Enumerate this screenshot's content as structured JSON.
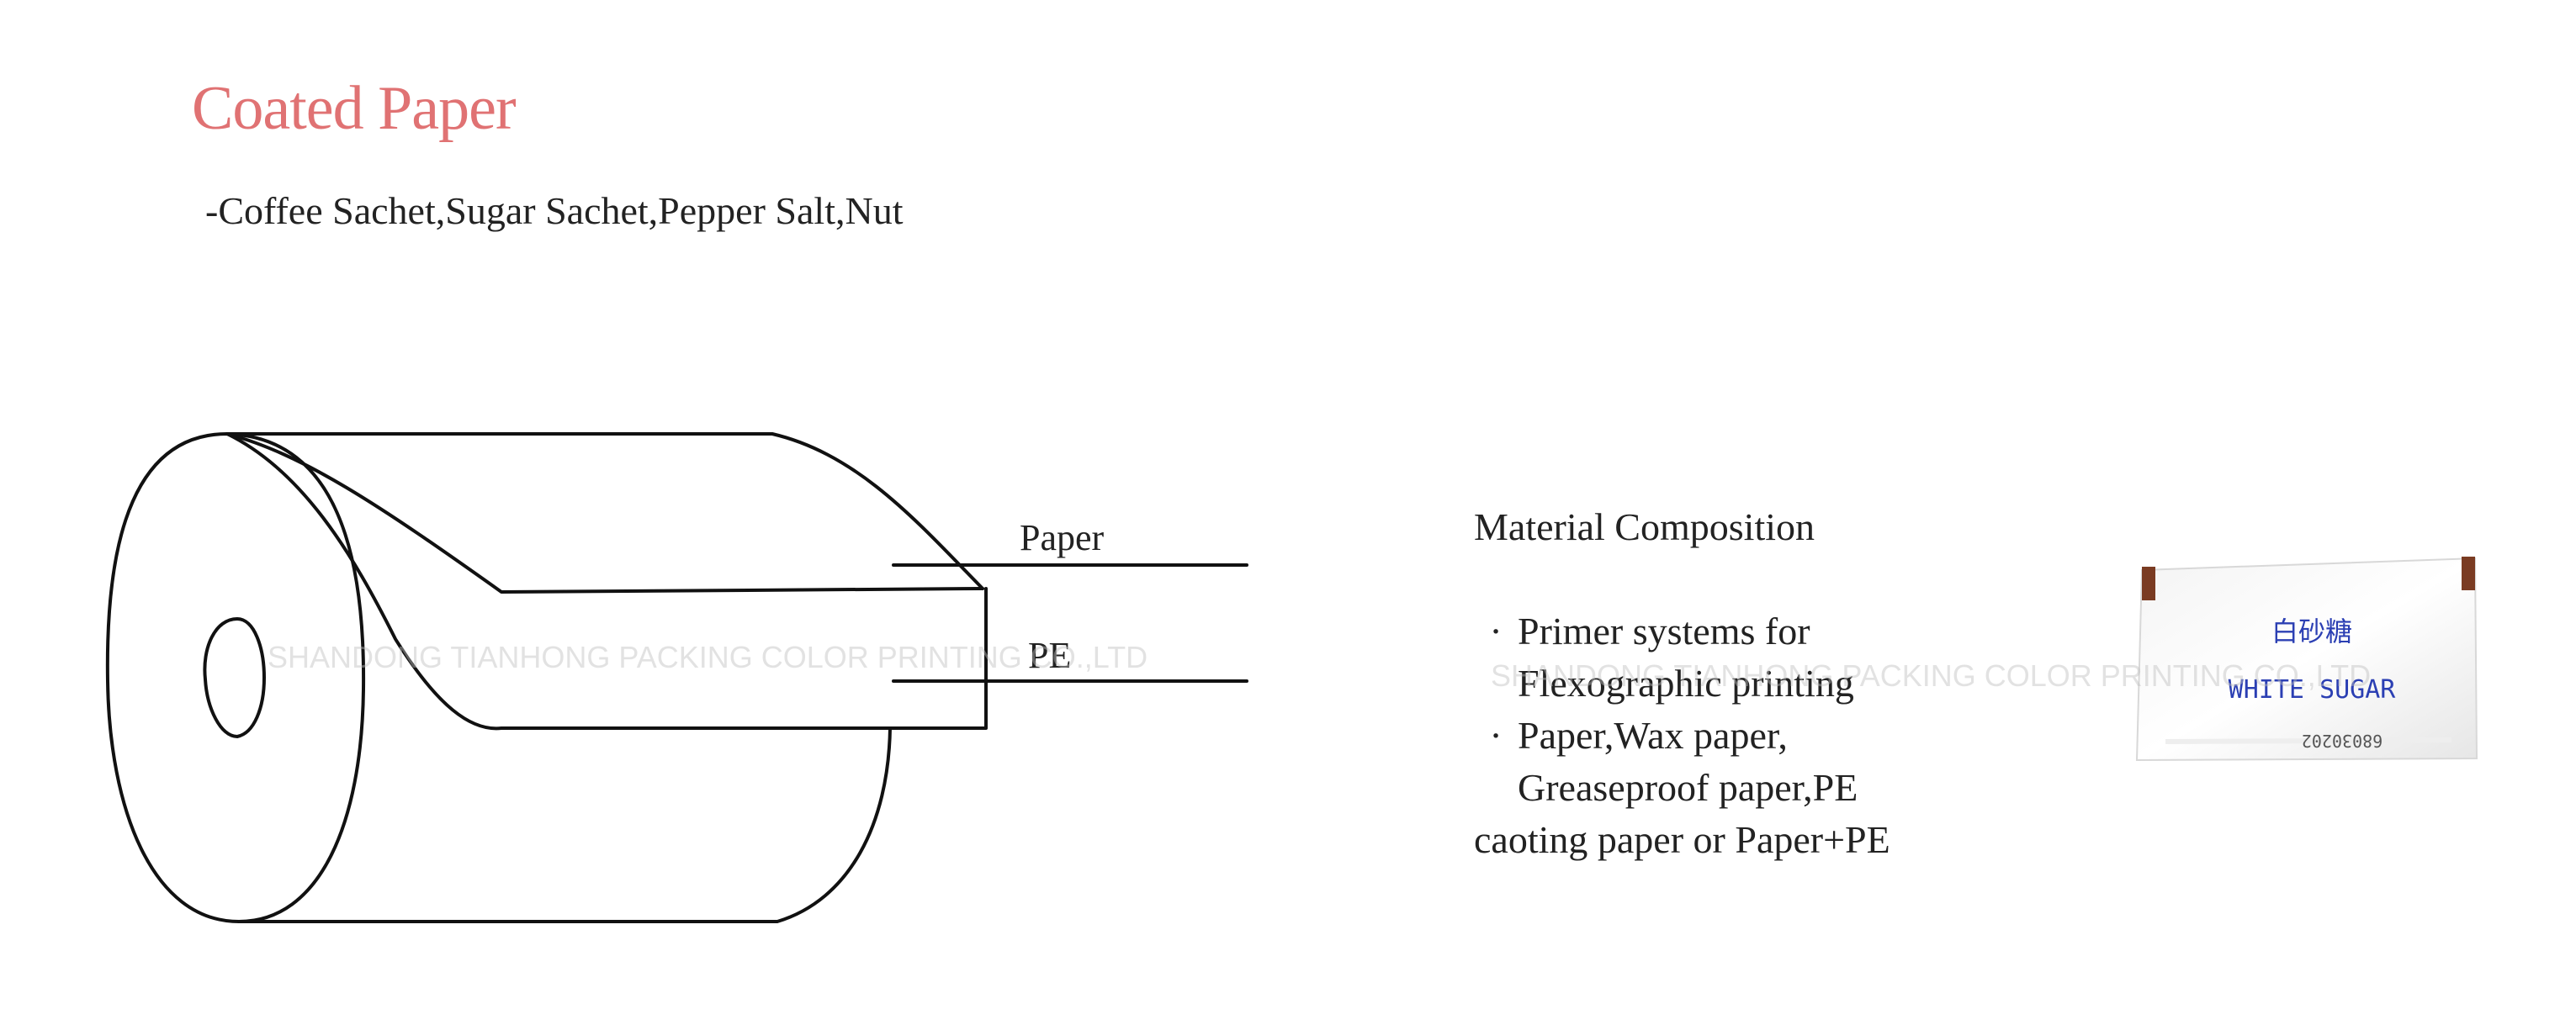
{
  "title": "Coated Paper",
  "subtitle": "-Coffee Sachet,Sugar Sachet,Pepper Salt,Nut",
  "diagram": {
    "layer_top": "Paper",
    "layer_bottom": "PE"
  },
  "composition": {
    "heading": "Material Composition",
    "bullets": [
      {
        "marker": "·",
        "lines": [
          "Primer systems for",
          "Flexographic printing"
        ]
      },
      {
        "marker": "·",
        "lines": [
          "Paper,Wax paper,",
          "Greaseproof paper,PE",
          "caoting paper or Paper+PE"
        ]
      }
    ]
  },
  "sachet": {
    "chinese_label": "白砂糖",
    "english_label": "WHITE SUGAR",
    "code": "68030202"
  },
  "watermark": "SHANDONG TIANHONG PACKING COLOR PRINTING CO.,LTD",
  "colors": {
    "title": "#e07273",
    "sachet_text": "#2b3fb3",
    "sachet_seal": "#7a3b22",
    "line": "#111111"
  }
}
